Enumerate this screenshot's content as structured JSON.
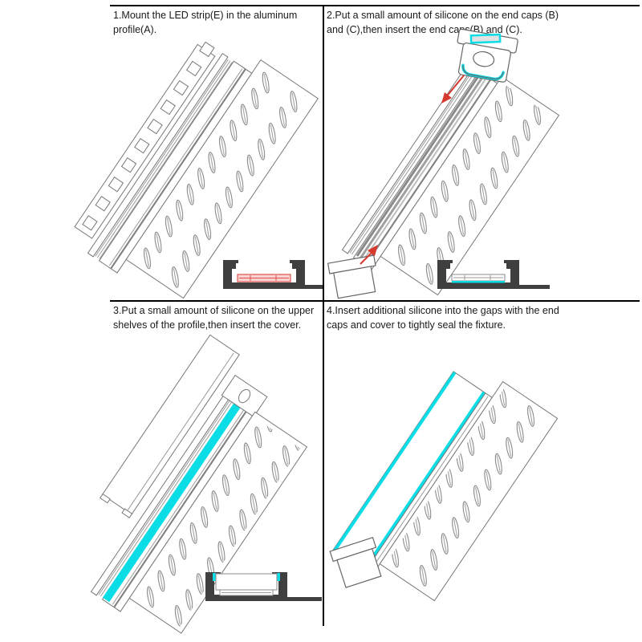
{
  "document": {
    "type": "led-profile-installation-instructions",
    "background": "#ffffff"
  },
  "colors": {
    "divider_black": "#000000",
    "outline_gray": "#777777",
    "cross_section_dark": "#3f3f3f",
    "silicone_cyan": "#0bdde6",
    "arrow_red": "#d63a2f",
    "led_strip_red": "#e05350"
  },
  "panels": [
    {
      "step": 1,
      "caption": "1.Mount the LED strip(E) in the aluminum profile(A).",
      "illustration": "exploded view of LED strip above aluminum profile with perforated flange, cross-section below with red LED strip"
    },
    {
      "step": 2,
      "caption": "2.Put a small amount of silicone on the end caps (B) and (C),then insert the end caps(B) and (C).",
      "illustration": "profile with end cap B (silicone highlighted) above and end cap C below, red insertion arrows, cross-section below"
    },
    {
      "step": 3,
      "caption": "3.Put a small amount of silicone on the upper shelves of the profile,then insert the cover.",
      "illustration": "cover above profile, cyan silicone stripe on profile shelves, cross-section with cover inserted"
    },
    {
      "step": 4,
      "caption": "4.Insert additional silicone into the gaps with the end caps and cover to tightly seal the fixture.",
      "illustration": "assembled fixture with cyan silicone seal lines along cover edges and end cap in place"
    }
  ]
}
